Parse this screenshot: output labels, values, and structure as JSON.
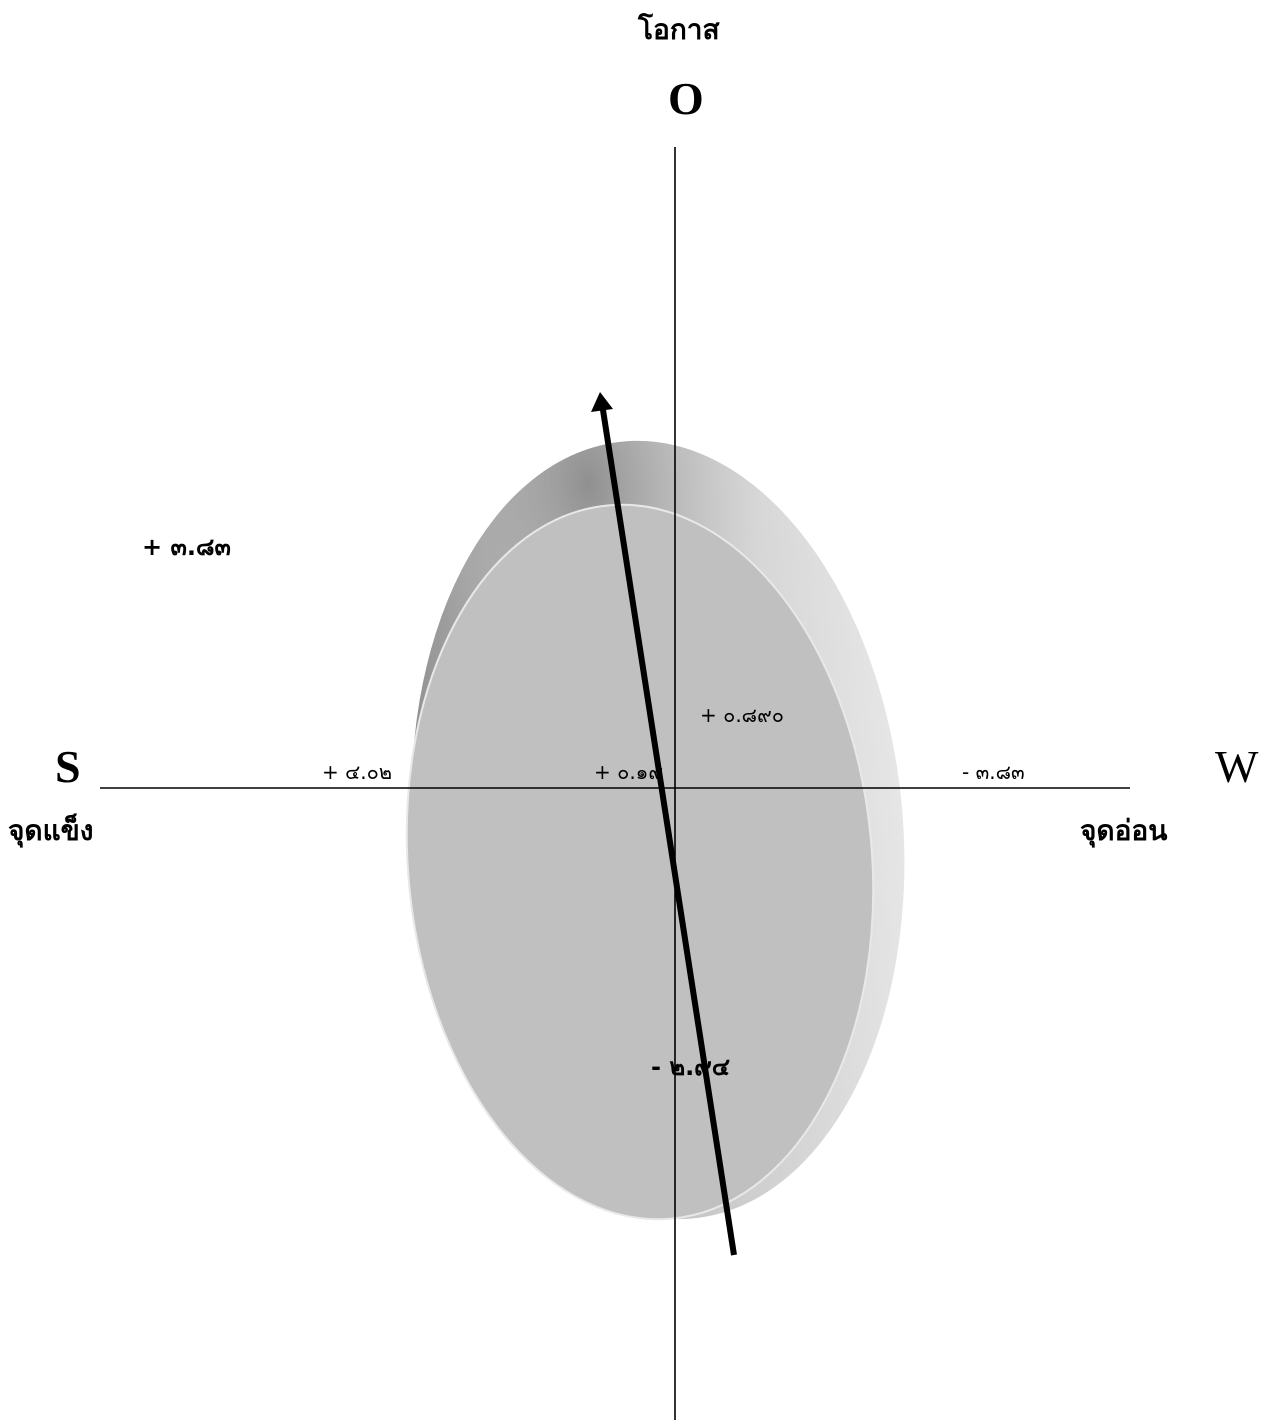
{
  "axes": {
    "top_caption": "โอกาส",
    "top_letter": "O",
    "left_letter": "S",
    "left_caption": "จุดแข็ง",
    "right_letter": "W",
    "right_caption": "จุดอ่อน"
  },
  "values": {
    "upper_left": "+ ๓.๘๓",
    "inner_right": "+ ๐.๘๙๐",
    "s_axis": "+ ๔.๐๒",
    "center": "+ ๐.๑๙",
    "w_axis": "- ๓.๘๓",
    "lower": "- ๒.๙๔"
  },
  "colors": {
    "ellipse_face": "#c0c0c0",
    "ellipse_rim": "#dcdcdc",
    "axis_line": "#000000",
    "arrow": "#000000"
  }
}
